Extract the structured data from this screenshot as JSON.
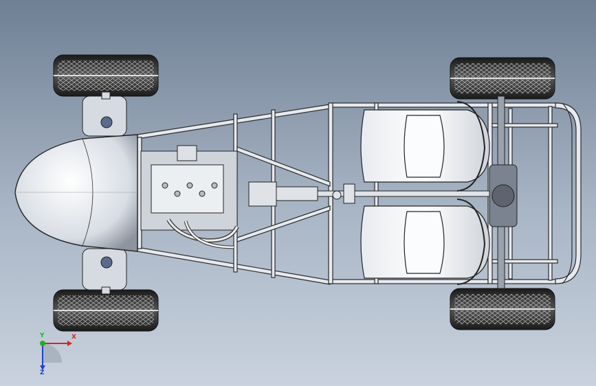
{
  "view": {
    "background_top": "#6f7f94",
    "background_bottom": "#c9d2de"
  },
  "model": {
    "parts": [
      "wheel-front-left",
      "wheel-front-right",
      "wheel-rear-left",
      "wheel-rear-right",
      "nose-cone",
      "engine",
      "driveshaft",
      "seat-left",
      "seat-right",
      "roll-bar",
      "frame"
    ]
  },
  "triad": {
    "x_label": "X",
    "y_label": "Y",
    "z_label": "Z",
    "x_color": "#e02020",
    "y_color": "#20b020",
    "z_color": "#2040d0"
  }
}
